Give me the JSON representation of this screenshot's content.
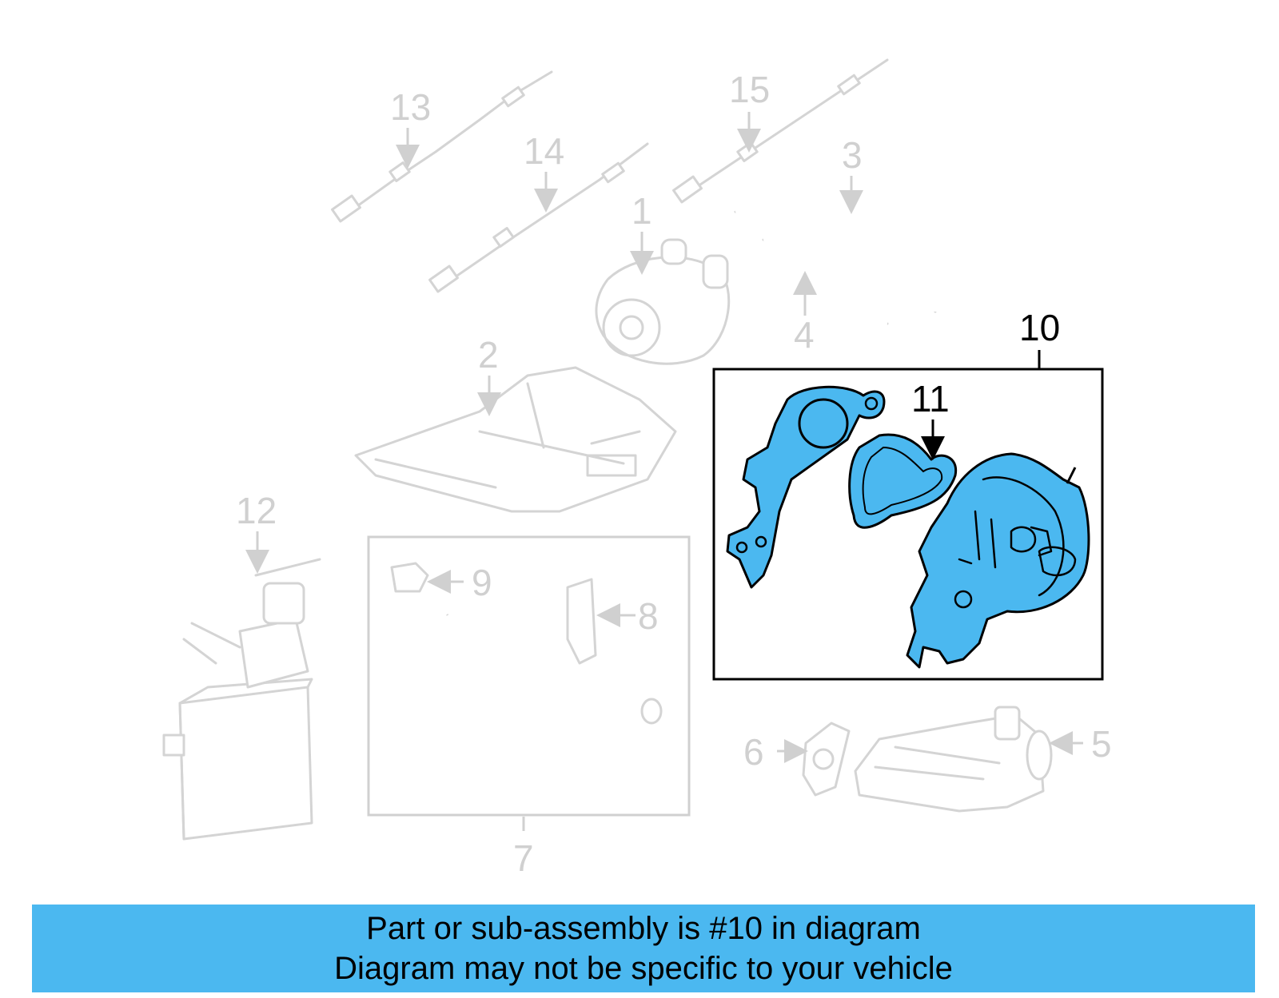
{
  "callouts": {
    "c1": "1",
    "c2": "2",
    "c3": "3",
    "c4": "4",
    "c5": "5",
    "c6": "6",
    "c7": "7",
    "c8": "8",
    "c9": "9",
    "c10": "10",
    "c11": "11",
    "c12": "12",
    "c13": "13",
    "c14": "14",
    "c15": "15"
  },
  "highlighted_part": "10",
  "colors": {
    "highlight": "#4bb8f0",
    "banner": "#4bb8f0",
    "dimmed": "#d0d0d0"
  },
  "banner": {
    "line1": "Part or sub-assembly is #10 in diagram",
    "line2": "Diagram may not be specific to your vehicle"
  }
}
